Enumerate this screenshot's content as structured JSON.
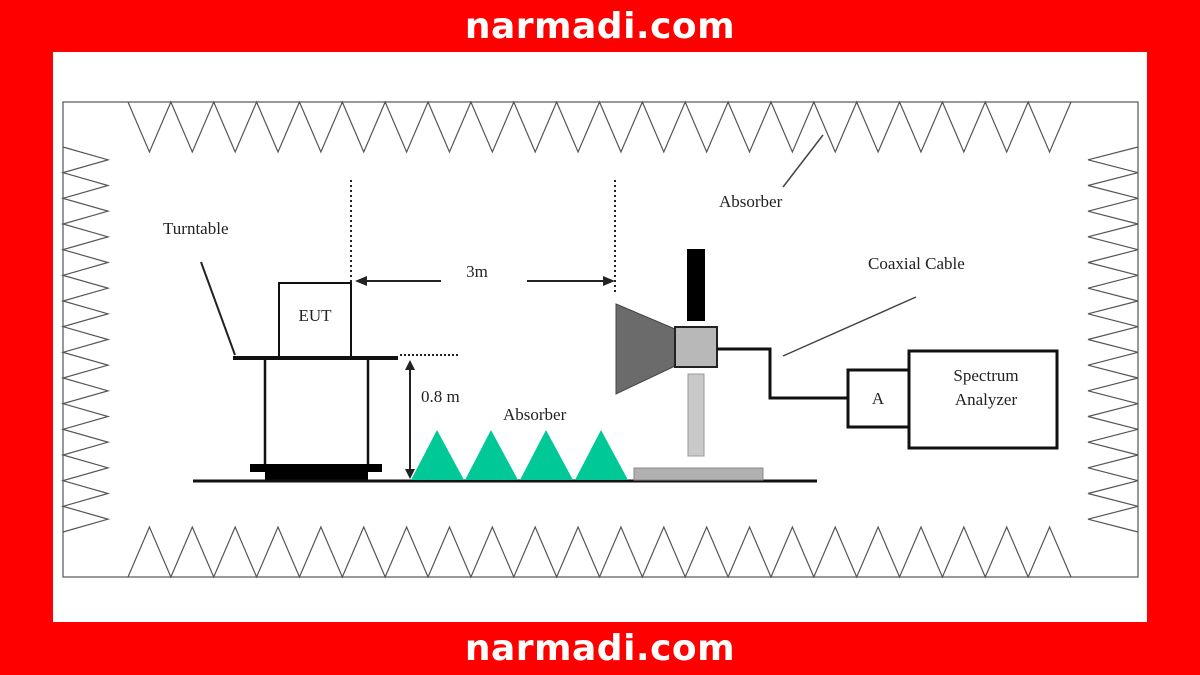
{
  "banner": {
    "top_text": "narmadi.com",
    "bottom_text": "narmadi.com"
  },
  "diagram": {
    "labels": {
      "turntable": "Turntable",
      "eut": "EUT",
      "distance": "3m",
      "height": "0.8 m",
      "absorber_floor": "Absorber",
      "absorber_wall": "Absorber",
      "coaxial_cable": "Coaxial Cable",
      "amplifier": "A",
      "spectrum_line1": "Spectrum",
      "spectrum_line2": "Analyzer"
    },
    "colors": {
      "floor_absorber": "#00c896",
      "antenna_horn": "#6b6b6b",
      "antenna_body": "#b8b8b8",
      "mast": "#000000",
      "base": "#b0b0b0"
    }
  }
}
